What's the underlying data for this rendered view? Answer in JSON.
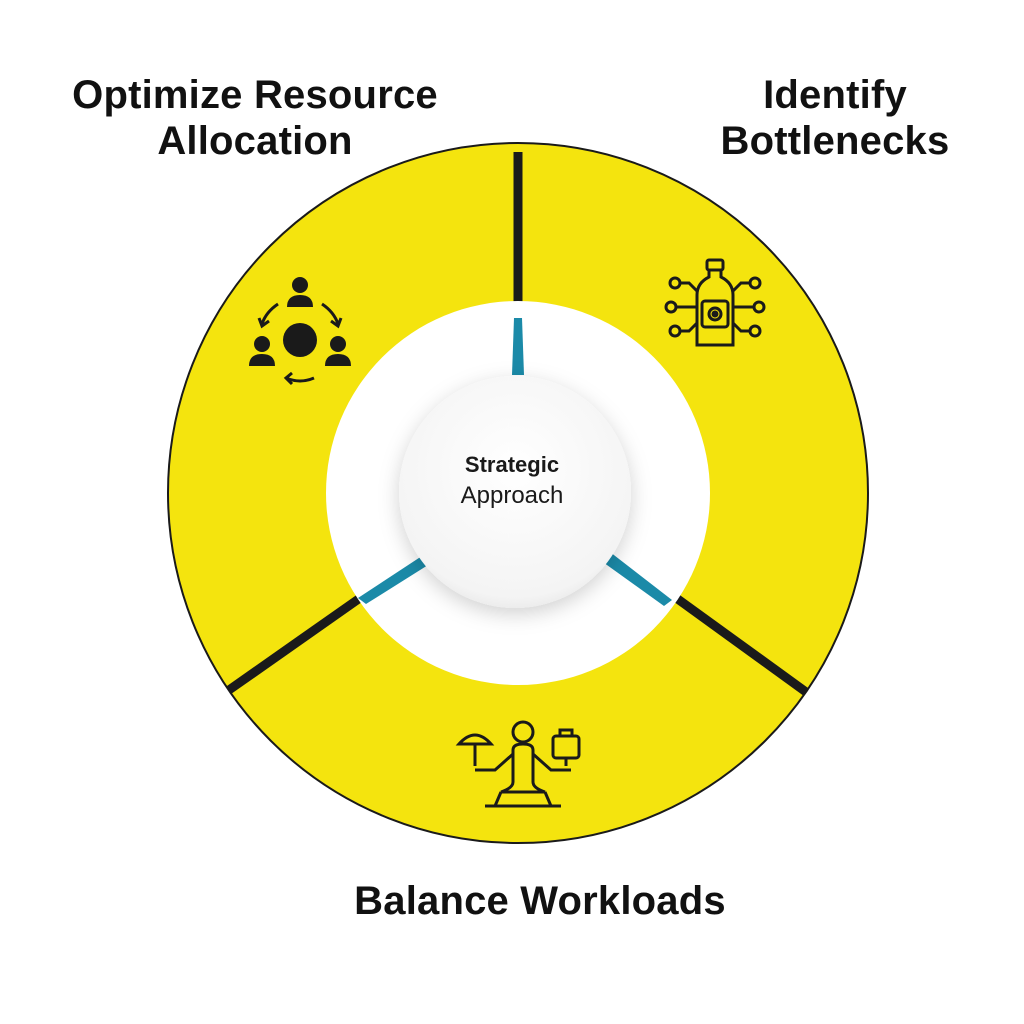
{
  "center": {
    "line1": "Strategic",
    "line2": "Approach"
  },
  "segments": [
    {
      "label": "Optimize Resource\nAllocation",
      "icon": "team-rotation-icon"
    },
    {
      "label": "Identify\nBottlenecks",
      "icon": "bottle-network-icon"
    },
    {
      "label": "Balance Workloads",
      "icon": "balance-person-icon"
    }
  ],
  "colors": {
    "ring": "#F4E40E",
    "divider": "#1A1A1A",
    "spoke": "#1B8AA8",
    "icon": "#1A1A1A"
  }
}
